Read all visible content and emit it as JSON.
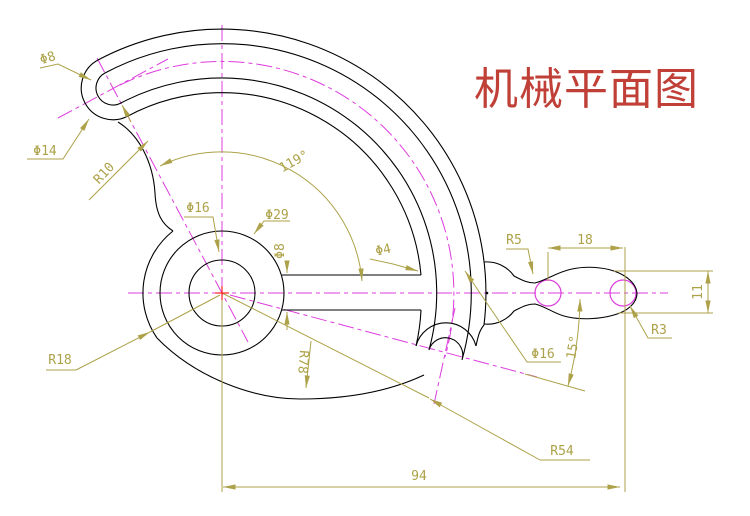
{
  "title": {
    "text": "机械平面图"
  },
  "colors": {
    "background": "#ffffff",
    "outline": "#000000",
    "centerline": "#dd3cdd",
    "dimension": "#ada249",
    "title": "#c04038",
    "center_mark": "#ff2222"
  },
  "dimensions": {
    "phi8_end": "Φ8",
    "phi14_end": "Φ14",
    "r10": "R10",
    "phi16_hub": "Φ16",
    "phi29_hub": "Φ29",
    "phi8_channel": "Φ8",
    "phi4": "Φ4",
    "angle119": "119°",
    "r5": "R5",
    "d18": "18",
    "d11": "11",
    "r3": "R3",
    "phi16_boss": "Φ16",
    "angle15": "15°",
    "r18": "R18",
    "r78": "R78",
    "r54": "R54",
    "d94": "94"
  }
}
